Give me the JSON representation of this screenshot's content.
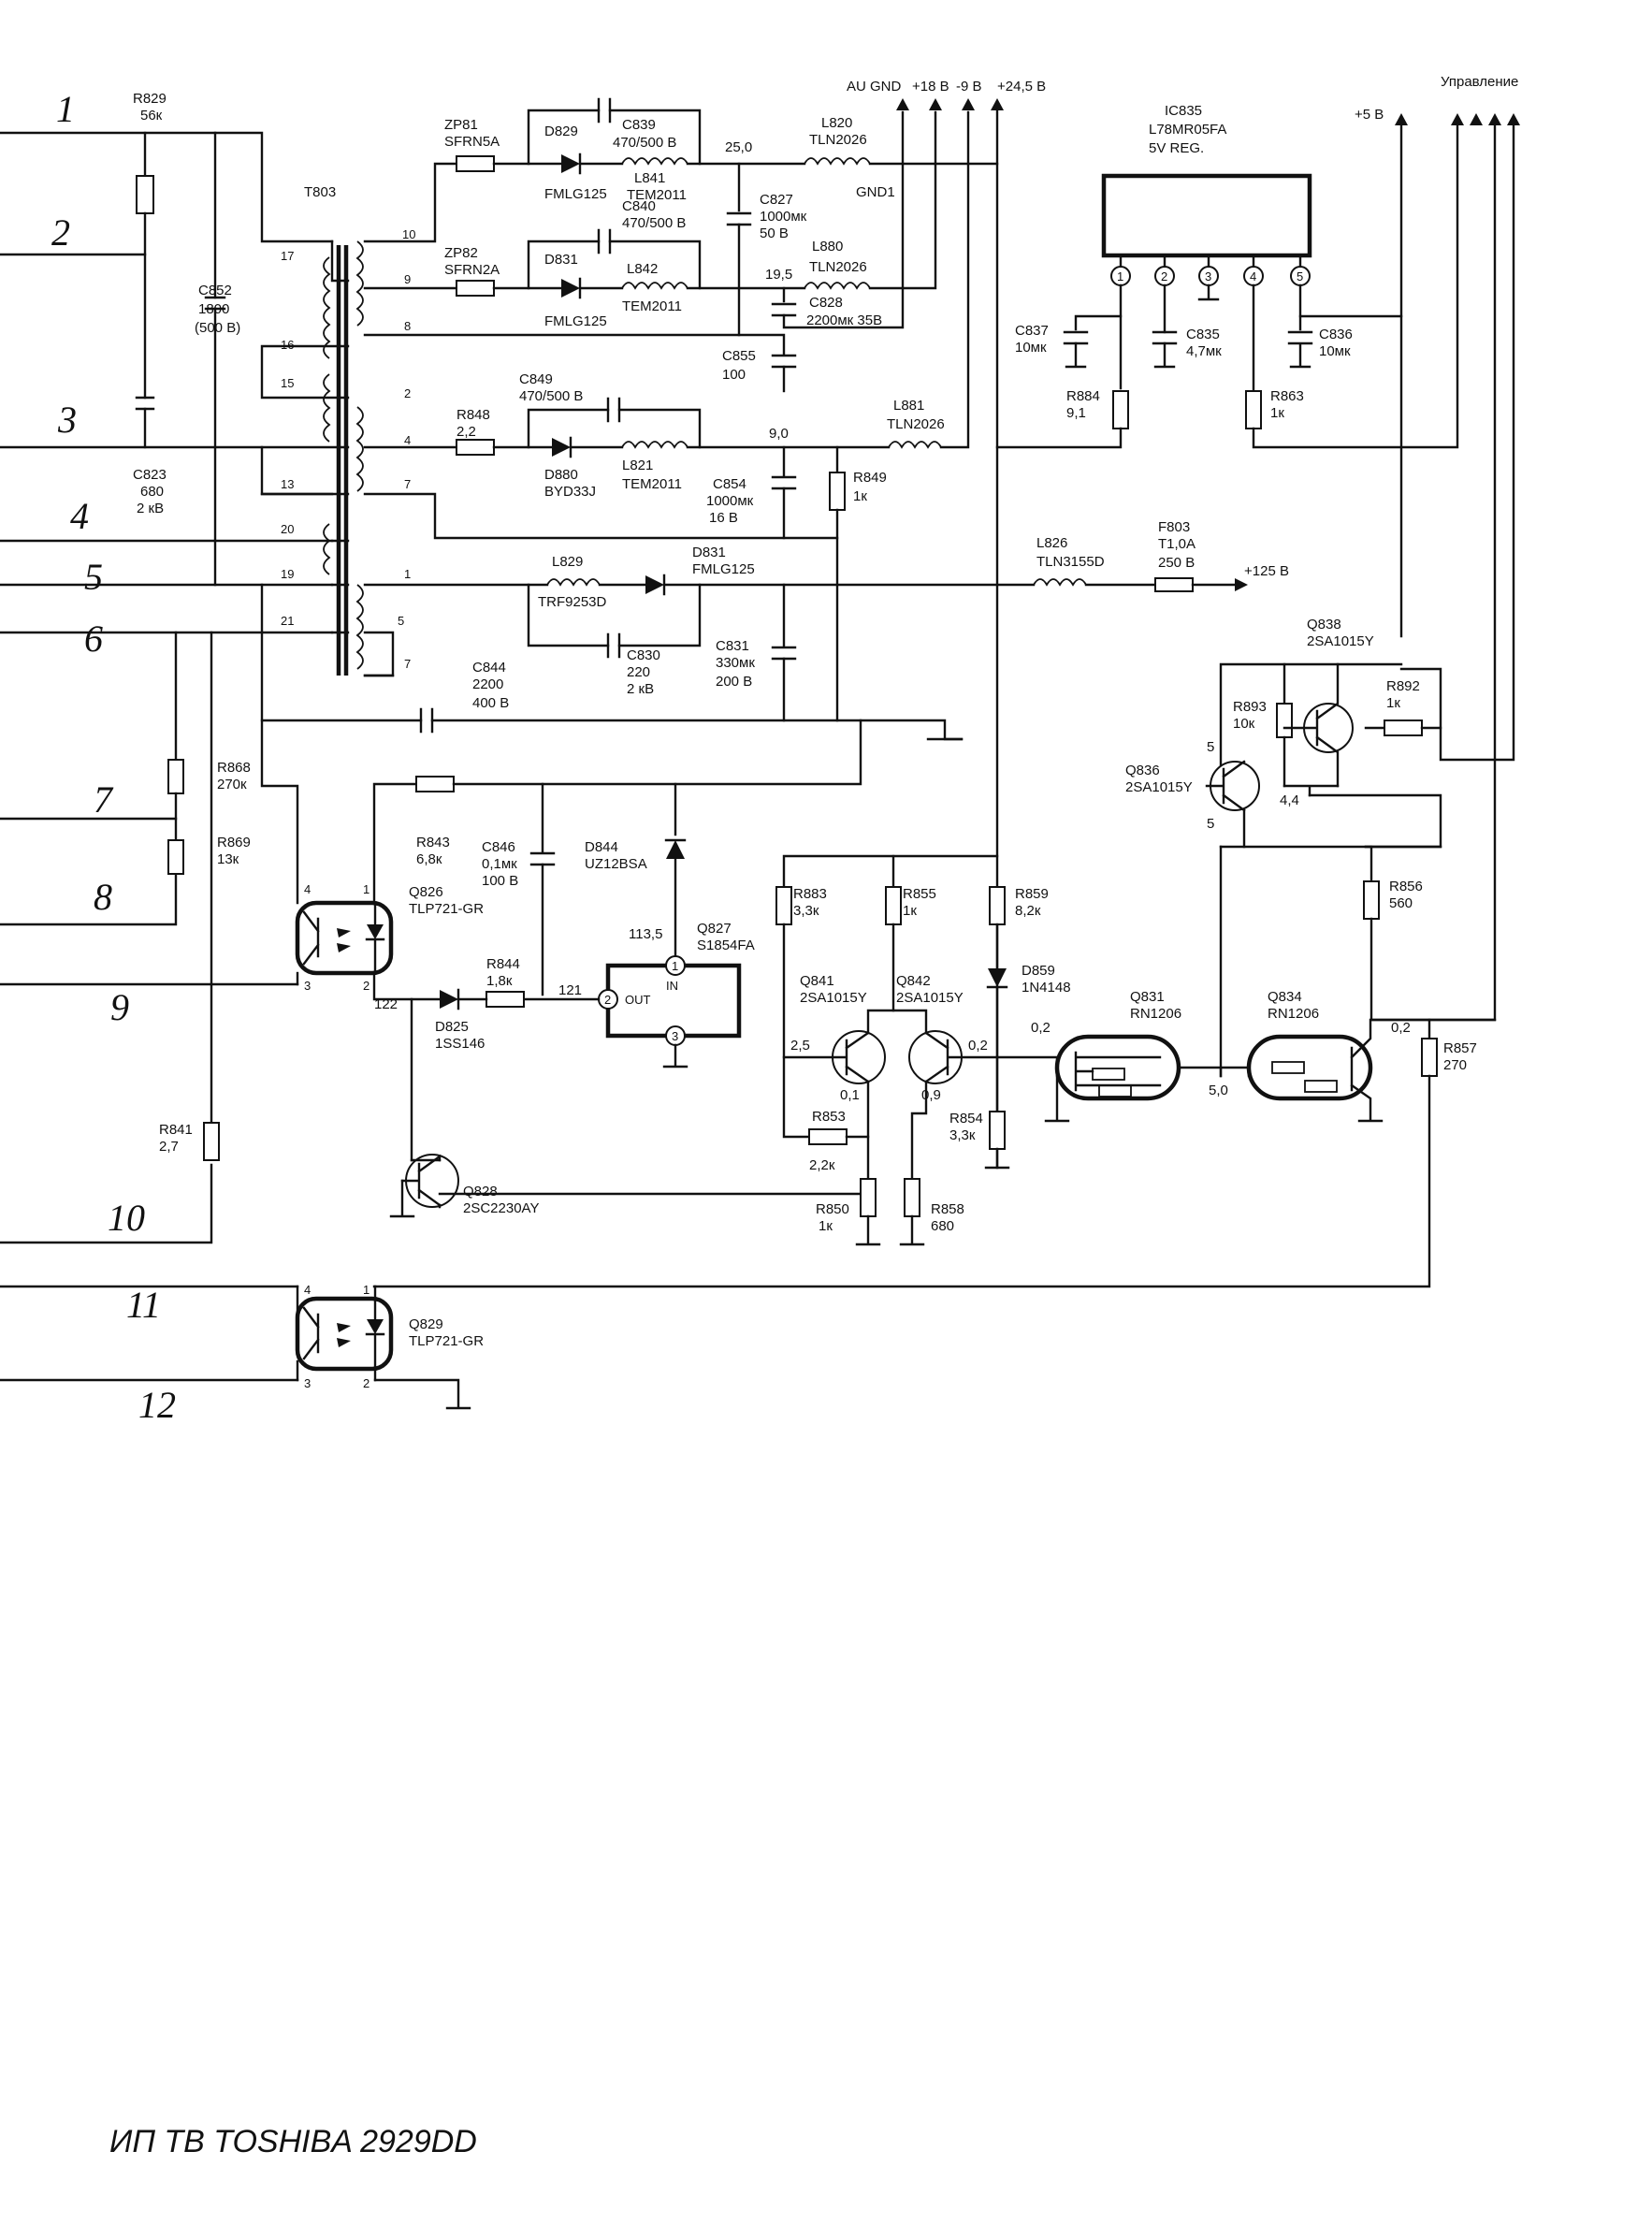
{
  "footer": {
    "caption": "ИП ТВ TOSHIBA 2929DD"
  },
  "connectors": {
    "n1": "1",
    "n2": "2",
    "n3": "3",
    "n4": "4",
    "n5": "5",
    "n6": "6",
    "n7": "7",
    "n8": "8",
    "n9": "9",
    "n10": "10",
    "n11": "11",
    "n12": "12"
  },
  "rails": {
    "au_gnd": "AU GND",
    "p18": "+18 В",
    "m9": "-9 В",
    "p245": "+24,5 В",
    "p5": "+5 В",
    "control": "Управление",
    "p125": "+125 В",
    "gnd1": "GND1"
  },
  "transformer": {
    "ref": "T803",
    "pins": [
      "10",
      "9",
      "8",
      "17",
      "16",
      "15",
      "13",
      "2",
      "4",
      "7",
      "20",
      "19",
      "21",
      "1",
      "5",
      "7"
    ]
  },
  "regulator": {
    "ref": "IC835",
    "part": "L78MR05FA",
    "desc": "5V REG.",
    "pins": [
      "1",
      "2",
      "3",
      "4",
      "5"
    ]
  },
  "parts": {
    "r829": "R829",
    "r829v": "56к",
    "c852": "C852",
    "c852v": "1800",
    "c852v2": "(500 В)",
    "c823": "C823",
    "c823v": "680",
    "c823v2": "2 кВ",
    "zp81": "ZP81",
    "zp81v": "SFRN5A",
    "d829": "D829",
    "d829v": "FMLG125",
    "c839": "C839",
    "c839v": "470/500 В",
    "l841": "L841",
    "l841v": "TEM2011",
    "c827": "C827",
    "c827v": "1000мк",
    "c827v2": "50 В",
    "l820": "L820",
    "l820v": "TLN2026",
    "zp82": "ZP82",
    "zp82v": "SFRN2A",
    "d831a": "D831",
    "d831av": "FMLG125",
    "c840": "C840",
    "c840v": "470/500 В",
    "l842": "L842",
    "l842v": "TEM2011",
    "l880": "L880",
    "l880v": "TLN2026",
    "c828": "C828",
    "c828v": "2200мк 35В",
    "c855": "C855",
    "c855v": "100",
    "c849": "C849",
    "c849v": "470/500 В",
    "r848": "R848",
    "r848v": "2,2",
    "d880": "D880",
    "d880v": "BYD33J",
    "l821": "L821",
    "l821v": "TEM2011",
    "c854": "C854",
    "c854v": "1000мк",
    "c854v2": "16 В",
    "r849": "R849",
    "r849v": "1к",
    "l881": "L881",
    "l881v": "TLN2026",
    "l829": "L829",
    "l829v": "TRF9253D",
    "d831": "D831",
    "d831v": "FMLG125",
    "c830": "C830",
    "c830v": "220",
    "c830v2": "2 кВ",
    "c831": "C831",
    "c831v": "330мк",
    "c831v2": "200 В",
    "c844": "C844",
    "c844v": "2200",
    "c844v2": "400 В",
    "l826": "L826",
    "l826v": "TLN3155D",
    "f803": "F803",
    "f803v": "T1,0A",
    "f803v2": "250 В",
    "c837": "C837",
    "c837v": "10мк",
    "c835": "C835",
    "c835v": "4,7мк",
    "c836": "C836",
    "c836v": "10мк",
    "r884": "R884",
    "r884v": "9,1",
    "r863": "R863",
    "r863v": "1к",
    "q838": "Q838",
    "q838v": "2SA1015Y",
    "r893": "R893",
    "r893v": "10к",
    "r892": "R892",
    "r892v": "1к",
    "q836": "Q836",
    "q836v": "2SA1015Y",
    "r868": "R868",
    "r868v": "270к",
    "r869": "R869",
    "r869v": "13к",
    "r843": "R843",
    "r843v": "6,8к",
    "c846": "C846",
    "c846v": "0,1мк",
    "c846v2": "100 В",
    "d844": "D844",
    "d844v": "UZ12BSA",
    "q827": "Q827",
    "q827v": "S1854FA",
    "q826": "Q826",
    "q826v": "TLP721-GR",
    "r844": "R844",
    "r844v": "1,8к",
    "d825": "D825",
    "d825v": "1SS146",
    "r883": "R883",
    "r883v": "3,3к",
    "r855": "R855",
    "r855v": "1к",
    "r859": "R859",
    "r859v": "8,2к",
    "d859": "D859",
    "d859v": "1N4148",
    "q841": "Q841",
    "q841v": "2SA1015Y",
    "q842": "Q842",
    "q842v": "2SA1015Y",
    "r856": "R856",
    "r856v": "560",
    "q831": "Q831",
    "q831v": "RN1206",
    "q834": "Q834",
    "q834v": "RN1206",
    "r857": "R857",
    "r857v": "270",
    "r853": "R853",
    "r853v": "2,2к",
    "r854": "R854",
    "r854v": "3,3к",
    "r850": "R850",
    "r850v": "1к",
    "r858": "R858",
    "r858v": "680",
    "r841": "R841",
    "r841v": "2,7",
    "q828": "Q828",
    "q828v": "2SC2230AY",
    "q829": "Q829",
    "q829v": "TLP721-GR"
  },
  "voltages": {
    "v25": "25,0",
    "v195": "19,5",
    "v90": "9,0",
    "v1135": "113,5",
    "v122": "122",
    "v121": "121",
    "v25b": "2,5",
    "v01": "0,1",
    "v09": "0,9",
    "v02a": "0,2",
    "v02b": "0,2",
    "v02c": "0,2",
    "v50": "5,0",
    "v44": "4,4",
    "v5a": "5",
    "v5b": "5"
  },
  "pins": {
    "ic_out": "OUT",
    "ic_in": "IN",
    "q827_p1": "1",
    "q827_p2": "2",
    "q827_p3": "3",
    "q826_p1": "1",
    "q826_p2": "2",
    "q826_p3": "3",
    "q826_p4": "4",
    "q829_p1": "1",
    "q829_p2": "2",
    "q829_p3": "3",
    "q829_p4": "4"
  }
}
